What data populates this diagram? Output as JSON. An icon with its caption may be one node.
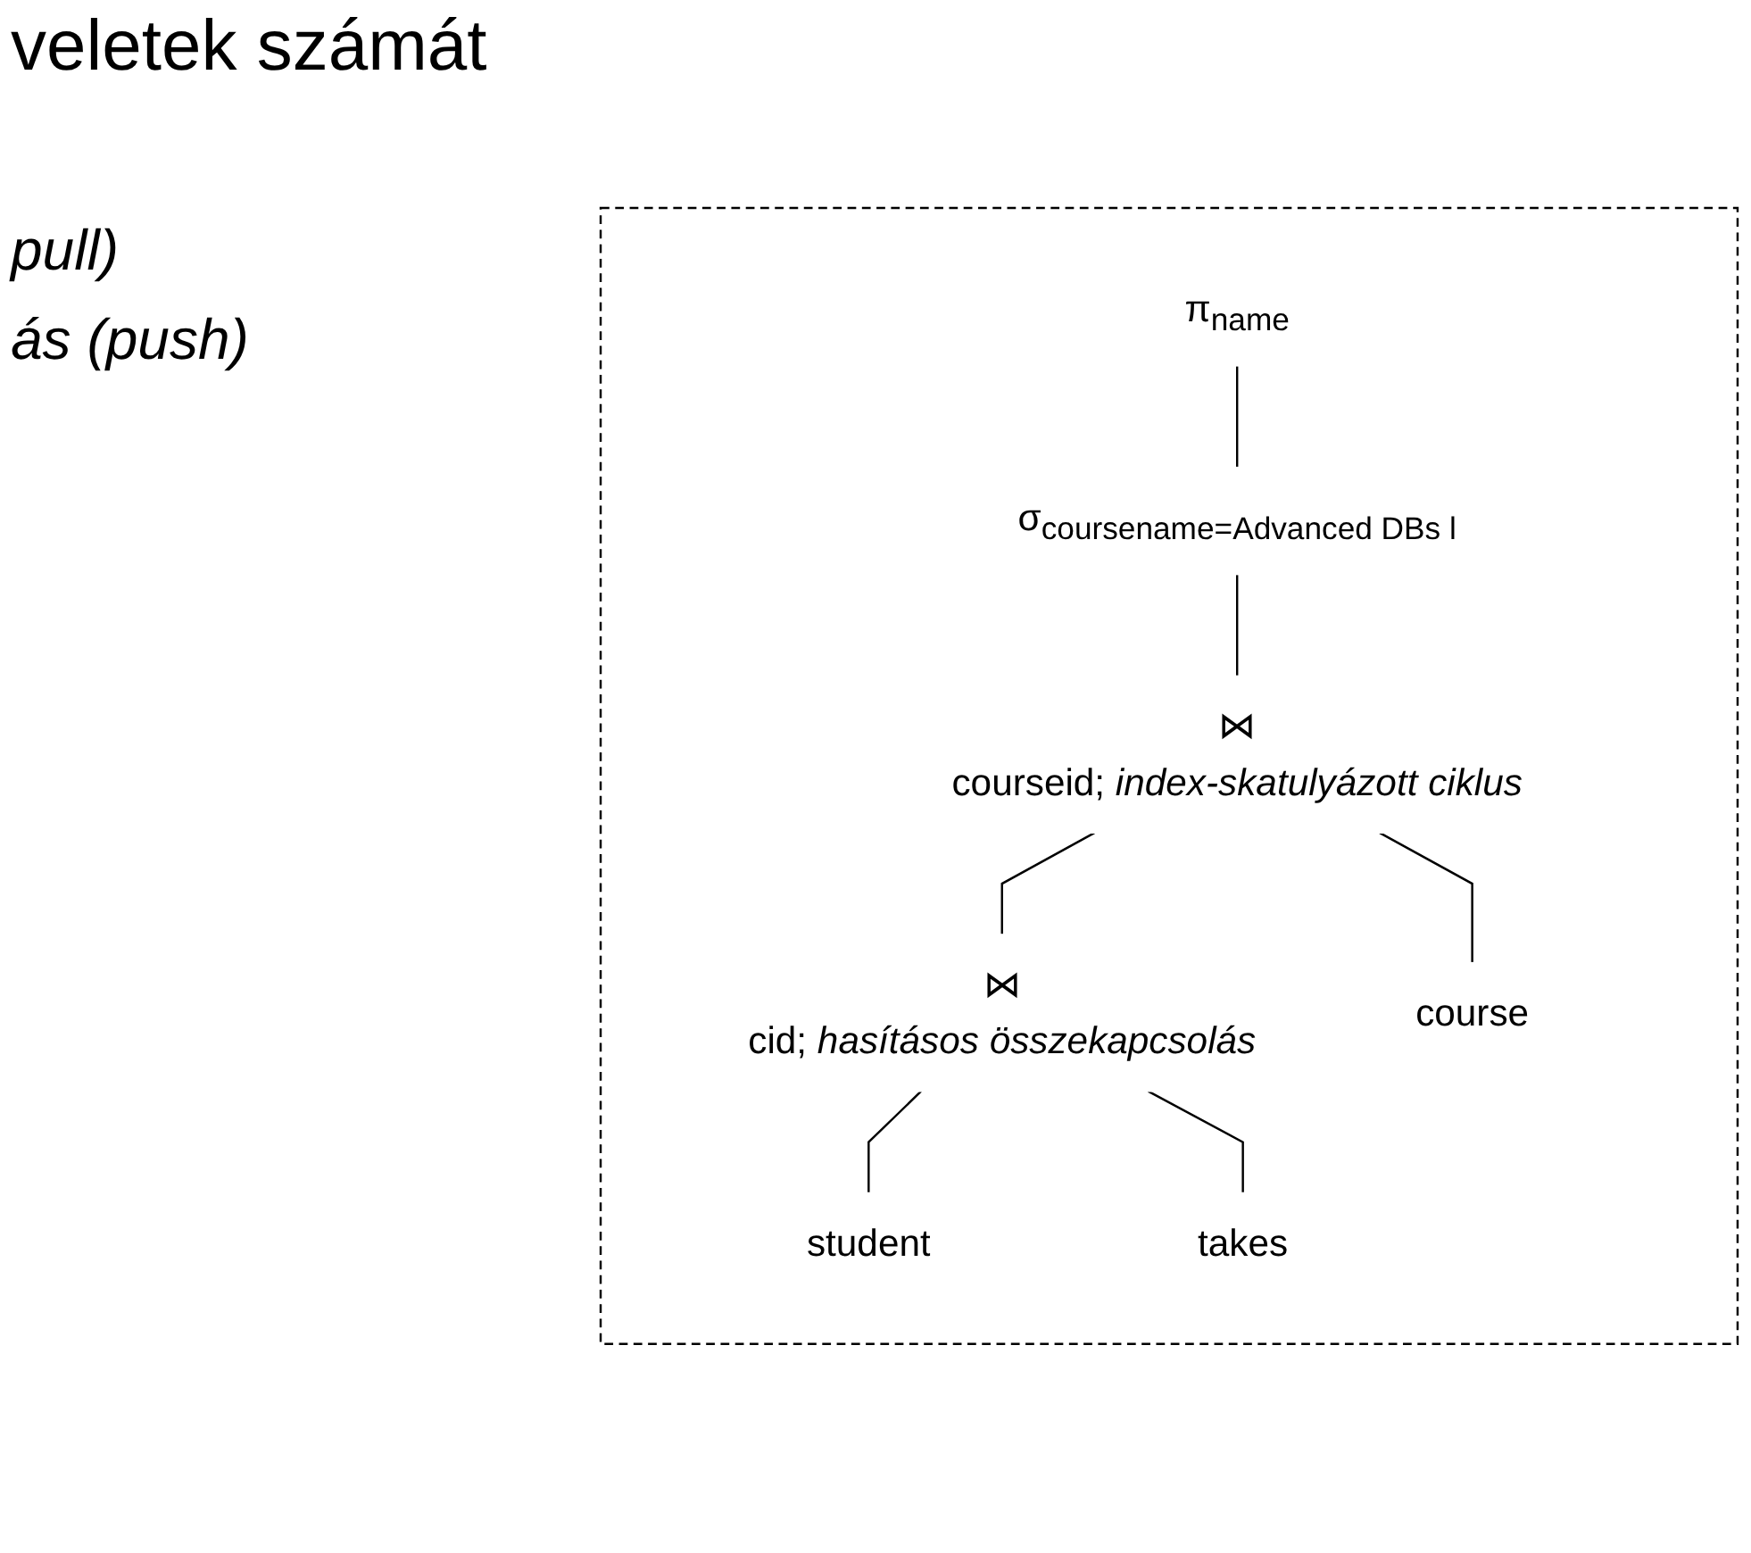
{
  "diagram": {
    "nodes": [
      {
        "text": [],
        "shape": "box"
      },
      {
        "text": [
          "π$_{name}$"
        ],
        "in": 0
      },
      {
        "text": [
          "σ$_{coursename=Advanced DBs l}$"
        ],
        "in": 0
      },
      {
        "text": [
          "⋈",
          "courseid; *index-skatulyázott ciklus*"
        ],
        "in": 0
      },
      {
        "text": [
          "⋈",
          "cid; *hasításos összekapcsolás*"
        ],
        "in": 0
      },
      {
        "text": [
          "course"
        ],
        "in": 0
      },
      {
        "text": [
          "student"
        ],
        "in": 0
      },
      {
        "text": [
          "takes"
        ],
        "in": 0
      }
    ],
    "edges": [
      {
        "from": 1,
        "to": 2,
        "arrow": "none"
      },
      {
        "from": 2,
        "to": 3,
        "arrow": "none"
      },
      {
        "from": 3,
        "to": 4,
        "arrow": "none"
      },
      {
        "from": 3,
        "to": 5,
        "arrow": "none"
      },
      {
        "from": 4,
        "to": 6,
        "arrow": "none"
      },
      {
        "from": 4,
        "to": 7,
        "arrow": "none"
      }
    ],
    "labels": [
      "veletek számát",
      "pull)",
      "ás (push)"
    ]
  }
}
